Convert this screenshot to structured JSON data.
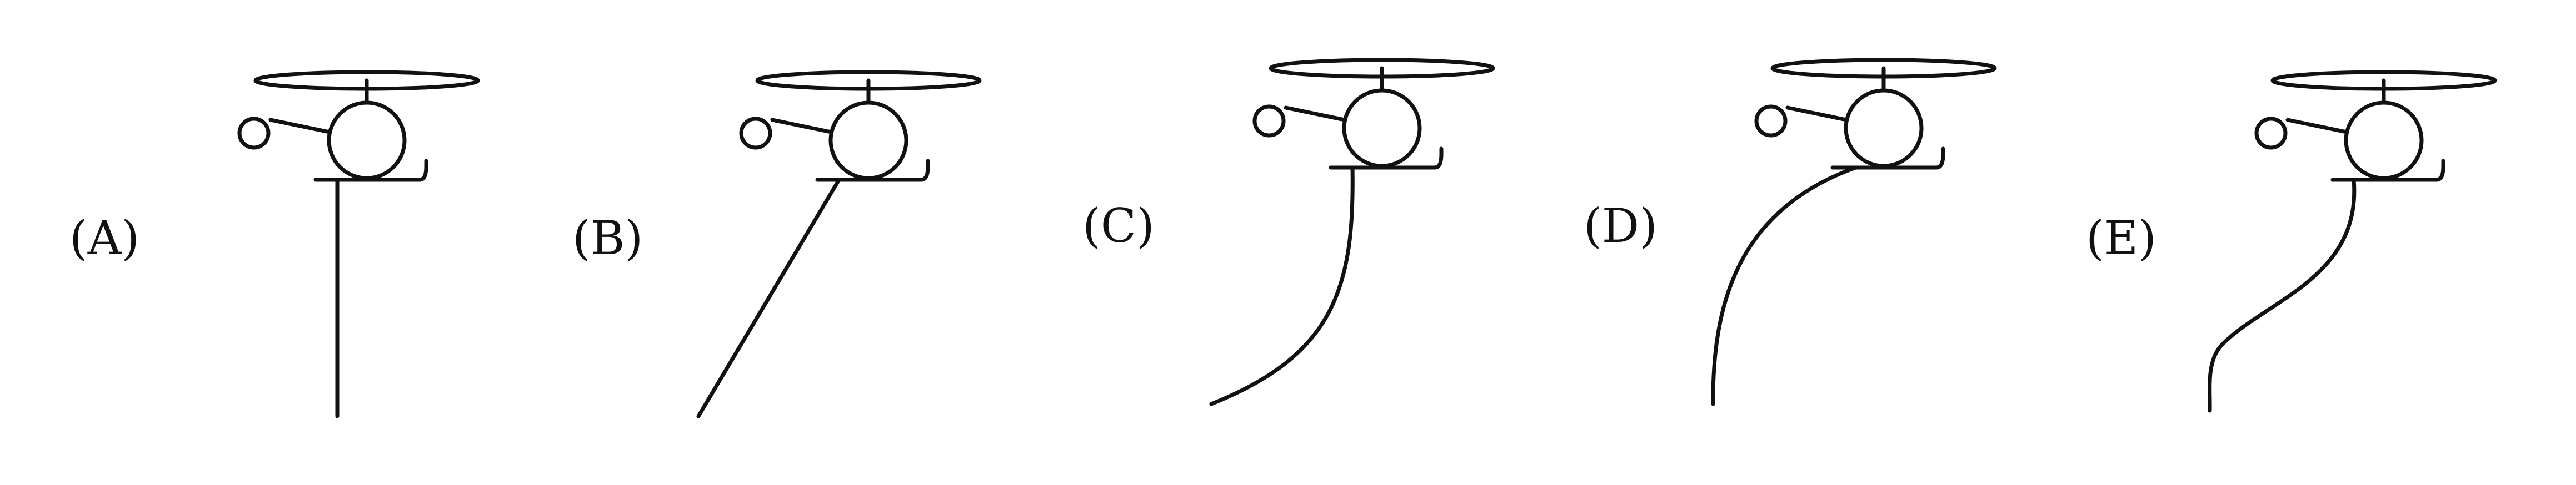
{
  "figure": {
    "options": [
      {
        "label": "(A)",
        "rope_shape": "straight-vertical"
      },
      {
        "label": "(B)",
        "rope_shape": "straight-slanted"
      },
      {
        "label": "(C)",
        "rope_shape": "curved-trailing"
      },
      {
        "label": "(D)",
        "rope_shape": "curved-leading"
      },
      {
        "label": "(E)",
        "rope_shape": "s-curve"
      }
    ],
    "ink_color": "#111111"
  }
}
